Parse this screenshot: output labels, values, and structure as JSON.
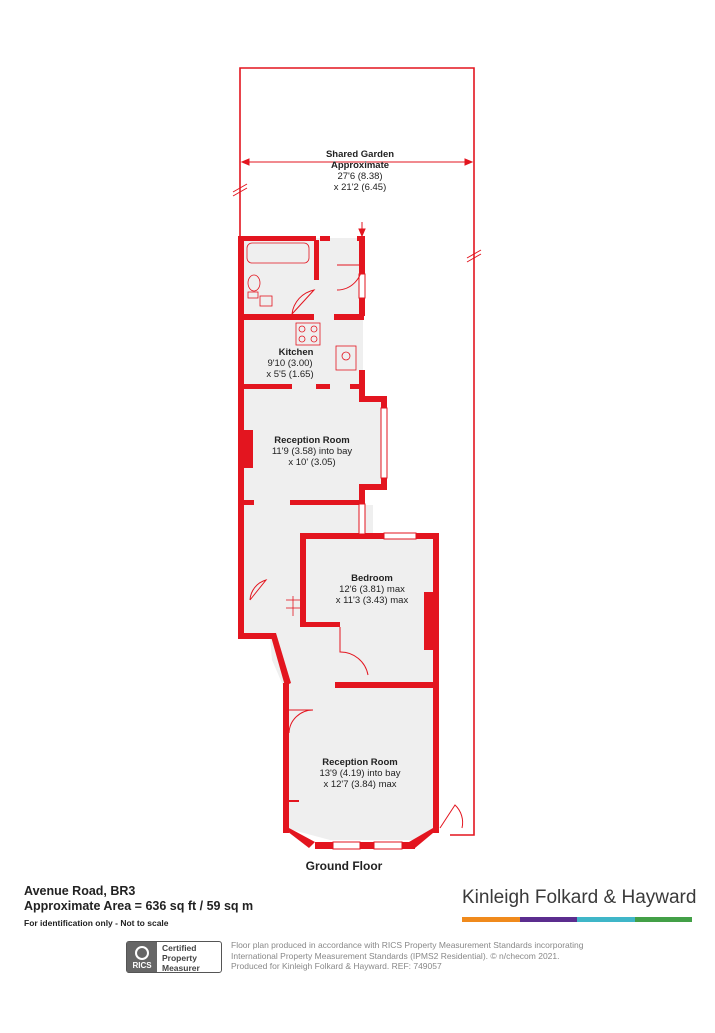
{
  "rooms": {
    "garden": {
      "name": "Shared Garden",
      "line2": "Approximate",
      "line3": "27'6 (8.38)",
      "line4": "x 21'2 (6.45)"
    },
    "kitchen": {
      "name": "Kitchen",
      "line2": "9'10 (3.00)",
      "line3": "x 5'5 (1.65)"
    },
    "reception_back": {
      "name": "Reception Room",
      "line2": "11'9 (3.58) into bay",
      "line3": "x 10' (3.05)"
    },
    "bedroom": {
      "name": "Bedroom",
      "line2": "12'6 (3.81) max",
      "line3": "x 11'3 (3.43) max"
    },
    "reception_front": {
      "name": "Reception Room",
      "line2": "13'9 (4.19) into bay",
      "line3": "x 12'7 (3.84) max"
    }
  },
  "floor_label": "Ground Floor",
  "address": {
    "line1": "Avenue Road, BR3",
    "line2": "Approximate Area = 636 sq ft / 59 sq m",
    "note": "For identification only - Not to scale"
  },
  "brand": {
    "name": "Kinleigh Folkard & Hayward",
    "bar_colors": [
      "#f08a1c",
      "#5b2d8e",
      "#3fb6c8",
      "#43a047"
    ]
  },
  "rics": {
    "logo_text": "RICS",
    "line1": "Certified",
    "line2": "Property",
    "line3": "Measurer"
  },
  "disclaimer": {
    "line1": "Floor plan produced in accordance with RICS Property Measurement Standards incorporating",
    "line2": "International Property Measurement Standards (IPMS2 Residential).  © n/checom 2021.",
    "line3": "Produced for Kinleigh Folkard & Hayward.   REF: 749057"
  },
  "colors": {
    "wall": "#e3151f",
    "floor": "#efefef"
  }
}
